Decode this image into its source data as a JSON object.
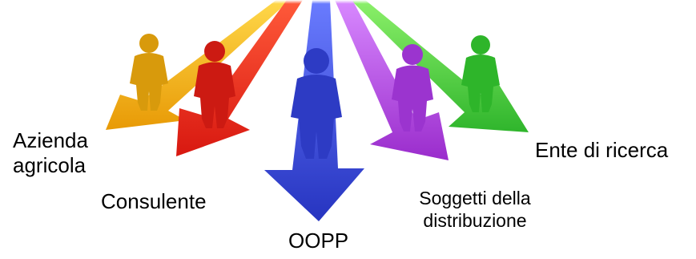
{
  "stakeholders": [
    {
      "key": "azienda",
      "label": "Azienda\nagricola",
      "color": "#f0b419"
    },
    {
      "key": "consulente",
      "label": "Consulente",
      "color": "#e8251c"
    },
    {
      "key": "oopp",
      "label": "OOPP",
      "color": "#3d4fd2"
    },
    {
      "key": "soggetti",
      "label": "Soggetti della\ndistribuzione",
      "color": "#b43fd8"
    },
    {
      "key": "ente",
      "label": "Ente di ricerca",
      "color": "#3fd33a"
    }
  ]
}
